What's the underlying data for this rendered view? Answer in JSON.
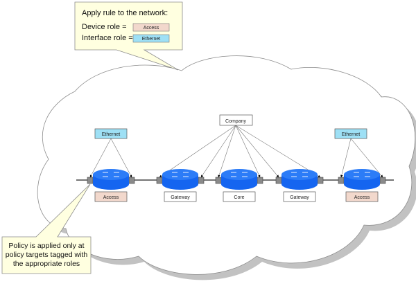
{
  "colors": {
    "router_blue": "#1565f0",
    "router_top": "#2c7cf7",
    "callout_fill": "#ffffe0",
    "access_fill": "#f2d8cc",
    "ethernet_fill": "#9ee0f5",
    "plain_fill": "#ffffff",
    "port_gray": "#8a8a8a",
    "cloud_shadow": "#c2c2c2"
  },
  "top_callout": {
    "title": "Apply rule to the network:",
    "device_role_label": "Device role =",
    "device_role_value": "Access",
    "interface_role_label": "Interface role =",
    "interface_role_value": "Ethernet"
  },
  "bottom_callout": {
    "lines": [
      "Policy is applied only at",
      "policy targets tagged with",
      "the appropriate roles"
    ]
  },
  "tags": {
    "company": "Company",
    "ethernet_left": "Ethernet",
    "ethernet_right": "Ethernet"
  },
  "routers": [
    {
      "role": "Access",
      "role_type": "access"
    },
    {
      "role": "Gateway",
      "role_type": "plain"
    },
    {
      "role": "Core",
      "role_type": "plain"
    },
    {
      "role": "Gateway",
      "role_type": "plain"
    },
    {
      "role": "Access",
      "role_type": "access"
    }
  ]
}
